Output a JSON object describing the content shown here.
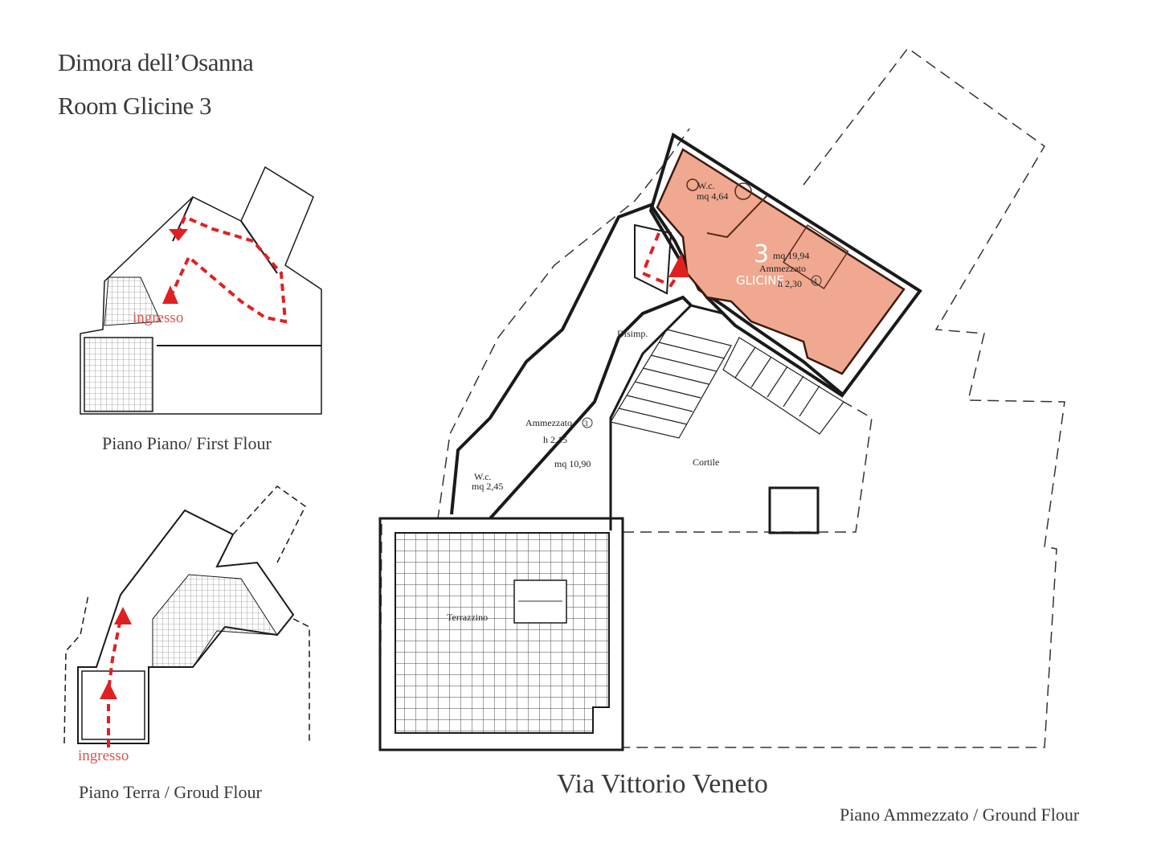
{
  "header": {
    "property_name": "Dimora dell’Osanna",
    "room_name": "Room Glicine 3"
  },
  "plans": {
    "first_floor": {
      "caption": "Piano Piano/ First Flour",
      "entrance_label": "ingresso"
    },
    "ground_floor": {
      "caption": "Piano Terra / Groud Flour",
      "entrance_label": "ingresso"
    },
    "mezzanine": {
      "caption": "Piano Ammezzato / Ground Flour",
      "street": "Via Vittorio Veneto",
      "rooms": {
        "glicine": {
          "number": "3",
          "name": "GLICINE",
          "area": "mq 19,94",
          "level": "Ammezzato",
          "height": "h 2,30",
          "marker": "4"
        },
        "glicine_wc": {
          "name": "W.c.",
          "area": "mq 4,64"
        },
        "disimpegno": {
          "name": "Disimp."
        },
        "ammezzato": {
          "name": "Ammezzato",
          "marker": "3",
          "height": "h 2,15",
          "area": "mq 10,90"
        },
        "wc2": {
          "name": "W.c.",
          "area": "mq 2,45"
        },
        "cortile": {
          "name": "Cortile"
        },
        "terrazzino": {
          "name": "Terrazzino"
        }
      }
    }
  },
  "colors": {
    "highlight": "#f0a890",
    "route": "#e02020",
    "wall": "#1a1a1a",
    "entrance_text": "#d9534f"
  }
}
